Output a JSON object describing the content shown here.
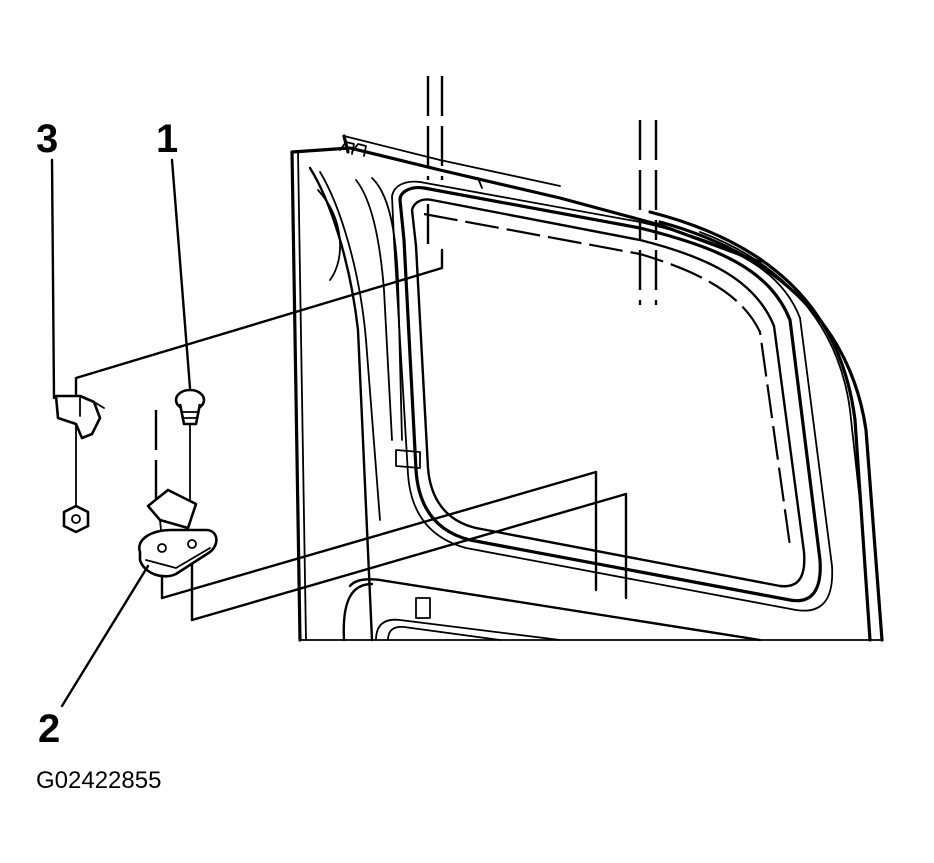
{
  "callouts": [
    {
      "id": "1",
      "label": "1"
    },
    {
      "id": "2",
      "label": "2"
    },
    {
      "id": "3",
      "label": "3"
    }
  ],
  "figure_id": "G02422855",
  "colors": {
    "ink": "#000000",
    "paper": "#ffffff"
  }
}
